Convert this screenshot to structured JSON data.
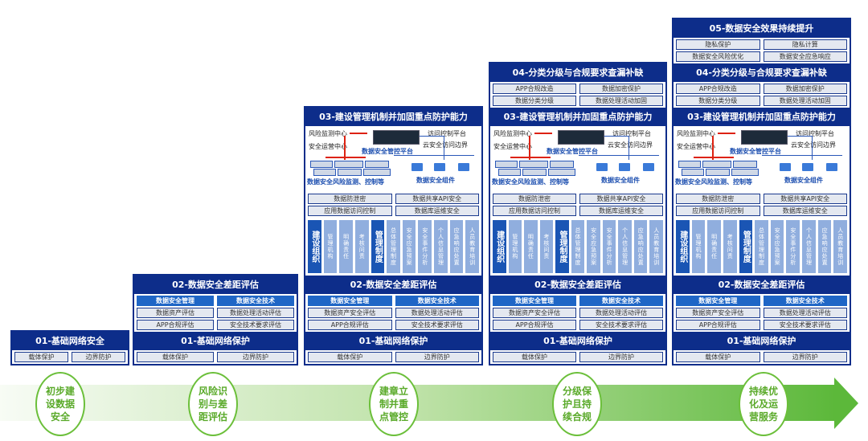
{
  "colors": {
    "navy": "#0d2d8a",
    "blue": "#1f66c6",
    "green": "#5cb83a"
  },
  "stages": [
    {
      "blocks": [
        {
          "type": "header",
          "text": "01-基础网络安全"
        },
        {
          "type": "pairs",
          "rows": [
            [
              "载体保护",
              "边界防护"
            ]
          ]
        }
      ]
    },
    {
      "blocks": [
        {
          "type": "header",
          "text": "02-数据安全差距评估"
        },
        {
          "type": "pairs",
          "blue_row": [
            "数据安全管理",
            "数据安全技术"
          ],
          "rows": [
            [
              "数据资产评估",
              "数据处理活动评估"
            ],
            [
              "APP合规评估",
              "安全技术要求评估"
            ]
          ]
        },
        {
          "type": "header",
          "text": "01-基础网络保护"
        },
        {
          "type": "pairs",
          "rows": [
            [
              "载体保护",
              "边界防护"
            ]
          ]
        }
      ]
    },
    {
      "blocks": [
        {
          "type": "header",
          "text": "03-建设管理机制并加固重点防护能力"
        },
        {
          "type": "diagram"
        },
        {
          "type": "pairs",
          "rows": [
            [
              "数据防泄密",
              "数据共享API安全"
            ],
            [
              "应用数据访问控制",
              "数据库运维安全"
            ]
          ]
        },
        {
          "type": "cols"
        },
        {
          "type": "header",
          "text": "02-数据安全差距评估"
        },
        {
          "type": "pairs",
          "blue_row": [
            "数据安全管理",
            "数据安全技术"
          ],
          "rows": [
            [
              "数据资产安全评估",
              "数据处理活动评估"
            ],
            [
              "APP合规评估",
              "安全技术要求评估"
            ]
          ]
        },
        {
          "type": "header",
          "text": "01-基础网络保护"
        },
        {
          "type": "pairs",
          "rows": [
            [
              "载体保护",
              "边界防护"
            ]
          ]
        }
      ]
    },
    {
      "blocks": [
        {
          "type": "header",
          "text": "04-分类分级与合规要求查漏补缺"
        },
        {
          "type": "pairs",
          "rows": [
            [
              "APP合规改造",
              "数据加密保护"
            ],
            [
              "数据分类分级",
              "数据处理活动加固"
            ]
          ]
        },
        {
          "type": "header",
          "text": "03-建设管理机制并加固重点防护能力"
        },
        {
          "type": "diagram"
        },
        {
          "type": "pairs",
          "rows": [
            [
              "数据防泄密",
              "数据共享API安全"
            ],
            [
              "应用数据访问控制",
              "数据库运维安全"
            ]
          ]
        },
        {
          "type": "cols"
        },
        {
          "type": "header",
          "text": "02-数据安全差距评估"
        },
        {
          "type": "pairs",
          "blue_row": [
            "数据安全管理",
            "数据安全技术"
          ],
          "rows": [
            [
              "数据资产安全评估",
              "数据处理活动评估"
            ],
            [
              "APP合规评估",
              "安全技术要求评估"
            ]
          ]
        },
        {
          "type": "header",
          "text": "01-基础网络保护"
        },
        {
          "type": "pairs",
          "rows": [
            [
              "载体保护",
              "边界防护"
            ]
          ]
        }
      ]
    },
    {
      "blocks": [
        {
          "type": "header",
          "text": "05-数据安全效果持续提升"
        },
        {
          "type": "pairs",
          "rows": [
            [
              "隐私保护",
              "隐私计算"
            ],
            [
              "数据安全风险优化",
              "数据安全应急响应"
            ]
          ]
        },
        {
          "type": "header",
          "text": "04-分类分级与合规要求查漏补缺"
        },
        {
          "type": "pairs",
          "rows": [
            [
              "APP合规改造",
              "数据加密保护"
            ],
            [
              "数据分类分级",
              "数据处理活动加固"
            ]
          ]
        },
        {
          "type": "header",
          "text": "03-建设管理机制并加固重点防护能力"
        },
        {
          "type": "diagram"
        },
        {
          "type": "pairs",
          "rows": [
            [
              "数据防泄密",
              "数据共享API安全"
            ],
            [
              "应用数据访问控制",
              "数据库运维安全"
            ]
          ]
        },
        {
          "type": "cols"
        },
        {
          "type": "header",
          "text": "02-数据安全差距评估"
        },
        {
          "type": "pairs",
          "blue_row": [
            "数据安全管理",
            "数据安全技术"
          ],
          "rows": [
            [
              "数据资产安全评估",
              "数据处理活动评估"
            ],
            [
              "APP合规评估",
              "安全技术要求评估"
            ]
          ]
        },
        {
          "type": "header",
          "text": "01-基础网络保护"
        },
        {
          "type": "pairs",
          "rows": [
            [
              "载体保护",
              "边界防护"
            ]
          ]
        }
      ]
    }
  ],
  "diagram": {
    "risk_center": "风险监测中心",
    "ops_center": "安全运营中心",
    "platform": "数据安全管控平台",
    "access_platform": "访问控制平台",
    "cloud_boundary": "云安全访问边界",
    "monitor": "数据安全风险监测、控制等",
    "components": "数据安全组件"
  },
  "org_columns": [
    {
      "text": "建设组织",
      "dark": true
    },
    {
      "text": "管理机构"
    },
    {
      "text": "明确责任"
    },
    {
      "text": "考核问责"
    },
    {
      "text": "管理制度",
      "dark": true
    },
    {
      "text": "总体管理制度"
    },
    {
      "text": "安全应急预案"
    },
    {
      "text": "安全事件分析"
    },
    {
      "text": "个人信息管理"
    },
    {
      "text": "应急响应处置"
    },
    {
      "text": "人员教育培训"
    }
  ],
  "timeline": [
    "初步建设数据安全",
    "风险识别与差距评估",
    "建章立制并重点管控",
    "分级保护且持续合规",
    "持续优化及运营服务"
  ]
}
